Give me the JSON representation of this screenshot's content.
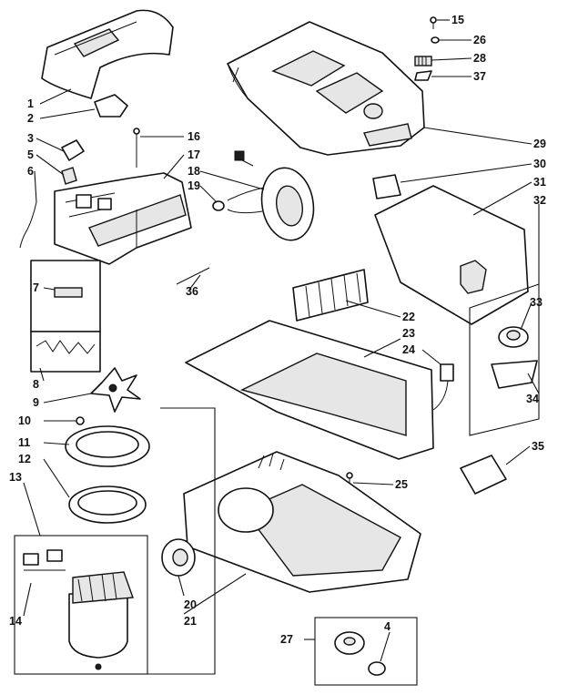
{
  "diagram": {
    "callouts": [
      "1",
      "2",
      "3",
      "5",
      "6",
      "7",
      "8",
      "9",
      "10",
      "11",
      "12",
      "13",
      "14",
      "15",
      "16",
      "17",
      "18",
      "19",
      "20",
      "21",
      "22",
      "23",
      "24",
      "25",
      "26",
      "27",
      "28",
      "29",
      "30",
      "31",
      "32",
      "33",
      "34",
      "35",
      "36",
      "4"
    ]
  }
}
